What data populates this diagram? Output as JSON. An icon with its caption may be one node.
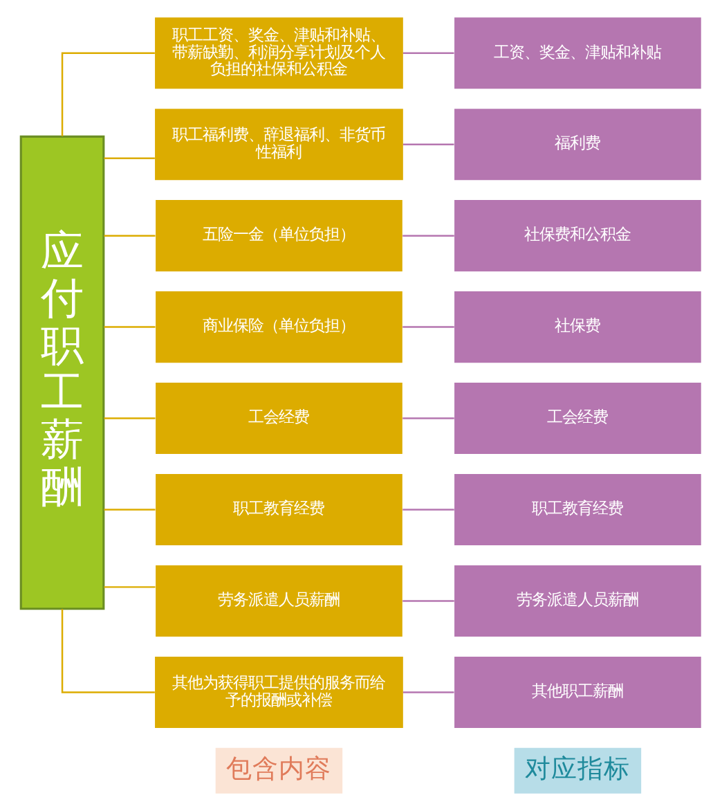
{
  "diagram": {
    "nodes": [
      {
        "text": [
          "包含内容"
        ]
      },
      {
        "text": [
          "对应指标"
        ]
      },
      {
        "text": [
          "应付职工薪酬"
        ]
      },
      {
        "text": [
          "职工工资、奖金、津贴和补贴、带薪缺勤、利润分享计划及个人负担的社保和公积金"
        ]
      },
      {
        "text": [
          "工资、奖金、津贴和补贴"
        ]
      },
      {
        "text": [
          "职工福利费、辞退福利、非货币性福利"
        ]
      },
      {
        "text": [
          "福利费"
        ]
      },
      {
        "text": [
          "五险一金（单位负担）"
        ]
      },
      {
        "text": [
          "社保费和公积金"
        ]
      },
      {
        "text": [
          "商业保险（单位负担）"
        ]
      },
      {
        "text": [
          "社保费"
        ]
      },
      {
        "text": [
          "工会经费"
        ]
      },
      {
        "text": [
          "工会经费"
        ]
      },
      {
        "text": [
          "职工教育经费"
        ]
      },
      {
        "text": [
          "职工教育经费"
        ]
      },
      {
        "text": [
          "劳务派遣人员薪酬"
        ]
      },
      {
        "text": [
          "劳务派遣人员薪酬"
        ]
      },
      {
        "text": [
          "其他为获得职工提供的服务而给予的报酬或补偿"
        ]
      },
      {
        "text": [
          "其他职工薪酬"
        ]
      }
    ],
    "edges": [
      {
        "from": 2,
        "to": 3,
        "arrow": "none"
      },
      {
        "from": 2,
        "to": 5,
        "arrow": "none"
      },
      {
        "from": 2,
        "to": 7,
        "arrow": "none"
      },
      {
        "from": 2,
        "to": 9,
        "arrow": "none"
      },
      {
        "from": 2,
        "to": 11,
        "arrow": "none"
      },
      {
        "from": 2,
        "to": 13,
        "arrow": "none"
      },
      {
        "from": 2,
        "to": 15,
        "arrow": "none"
      },
      {
        "from": 2,
        "to": 17,
        "arrow": "none"
      },
      {
        "from": 3,
        "to": 4,
        "arrow": "none",
        "color": "#b576b0"
      },
      {
        "from": 5,
        "to": 6,
        "arrow": "none",
        "color": "#b576b0"
      },
      {
        "from": 7,
        "to": 8,
        "arrow": "none",
        "color": "#b576b0"
      },
      {
        "from": 9,
        "to": 10,
        "arrow": "none",
        "color": "#b576b0"
      },
      {
        "from": 11,
        "to": 12,
        "arrow": "none",
        "color": "#b576b0"
      },
      {
        "from": 13,
        "to": 14,
        "arrow": "none",
        "color": "#b576b0"
      },
      {
        "from": 15,
        "to": 16,
        "arrow": "none",
        "color": "#b576b0"
      },
      {
        "from": 17,
        "to": 18,
        "arrow": "none",
        "color": "#b576b0"
      }
    ]
  }
}
